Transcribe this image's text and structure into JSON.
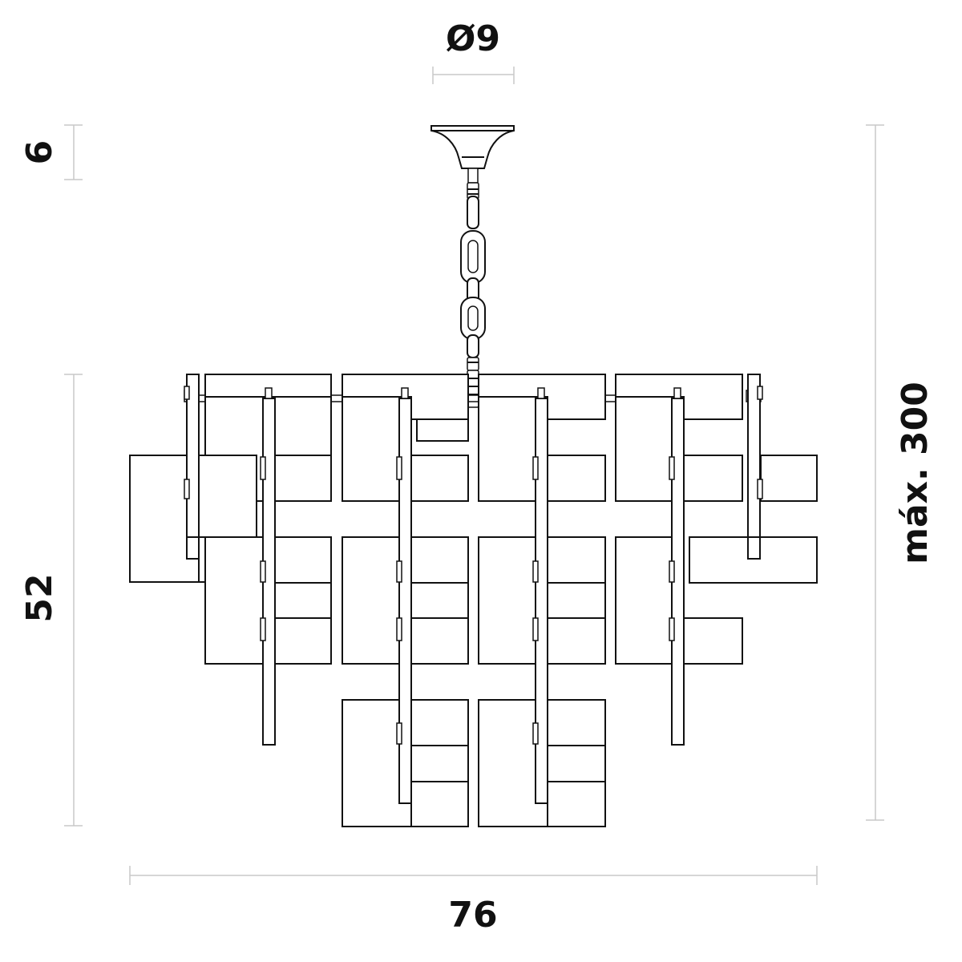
{
  "dimensions": {
    "canopy_diameter": "Ø9",
    "canopy_height": "6",
    "body_height": "52",
    "body_width": "76",
    "max_height": "máx. 300"
  }
}
